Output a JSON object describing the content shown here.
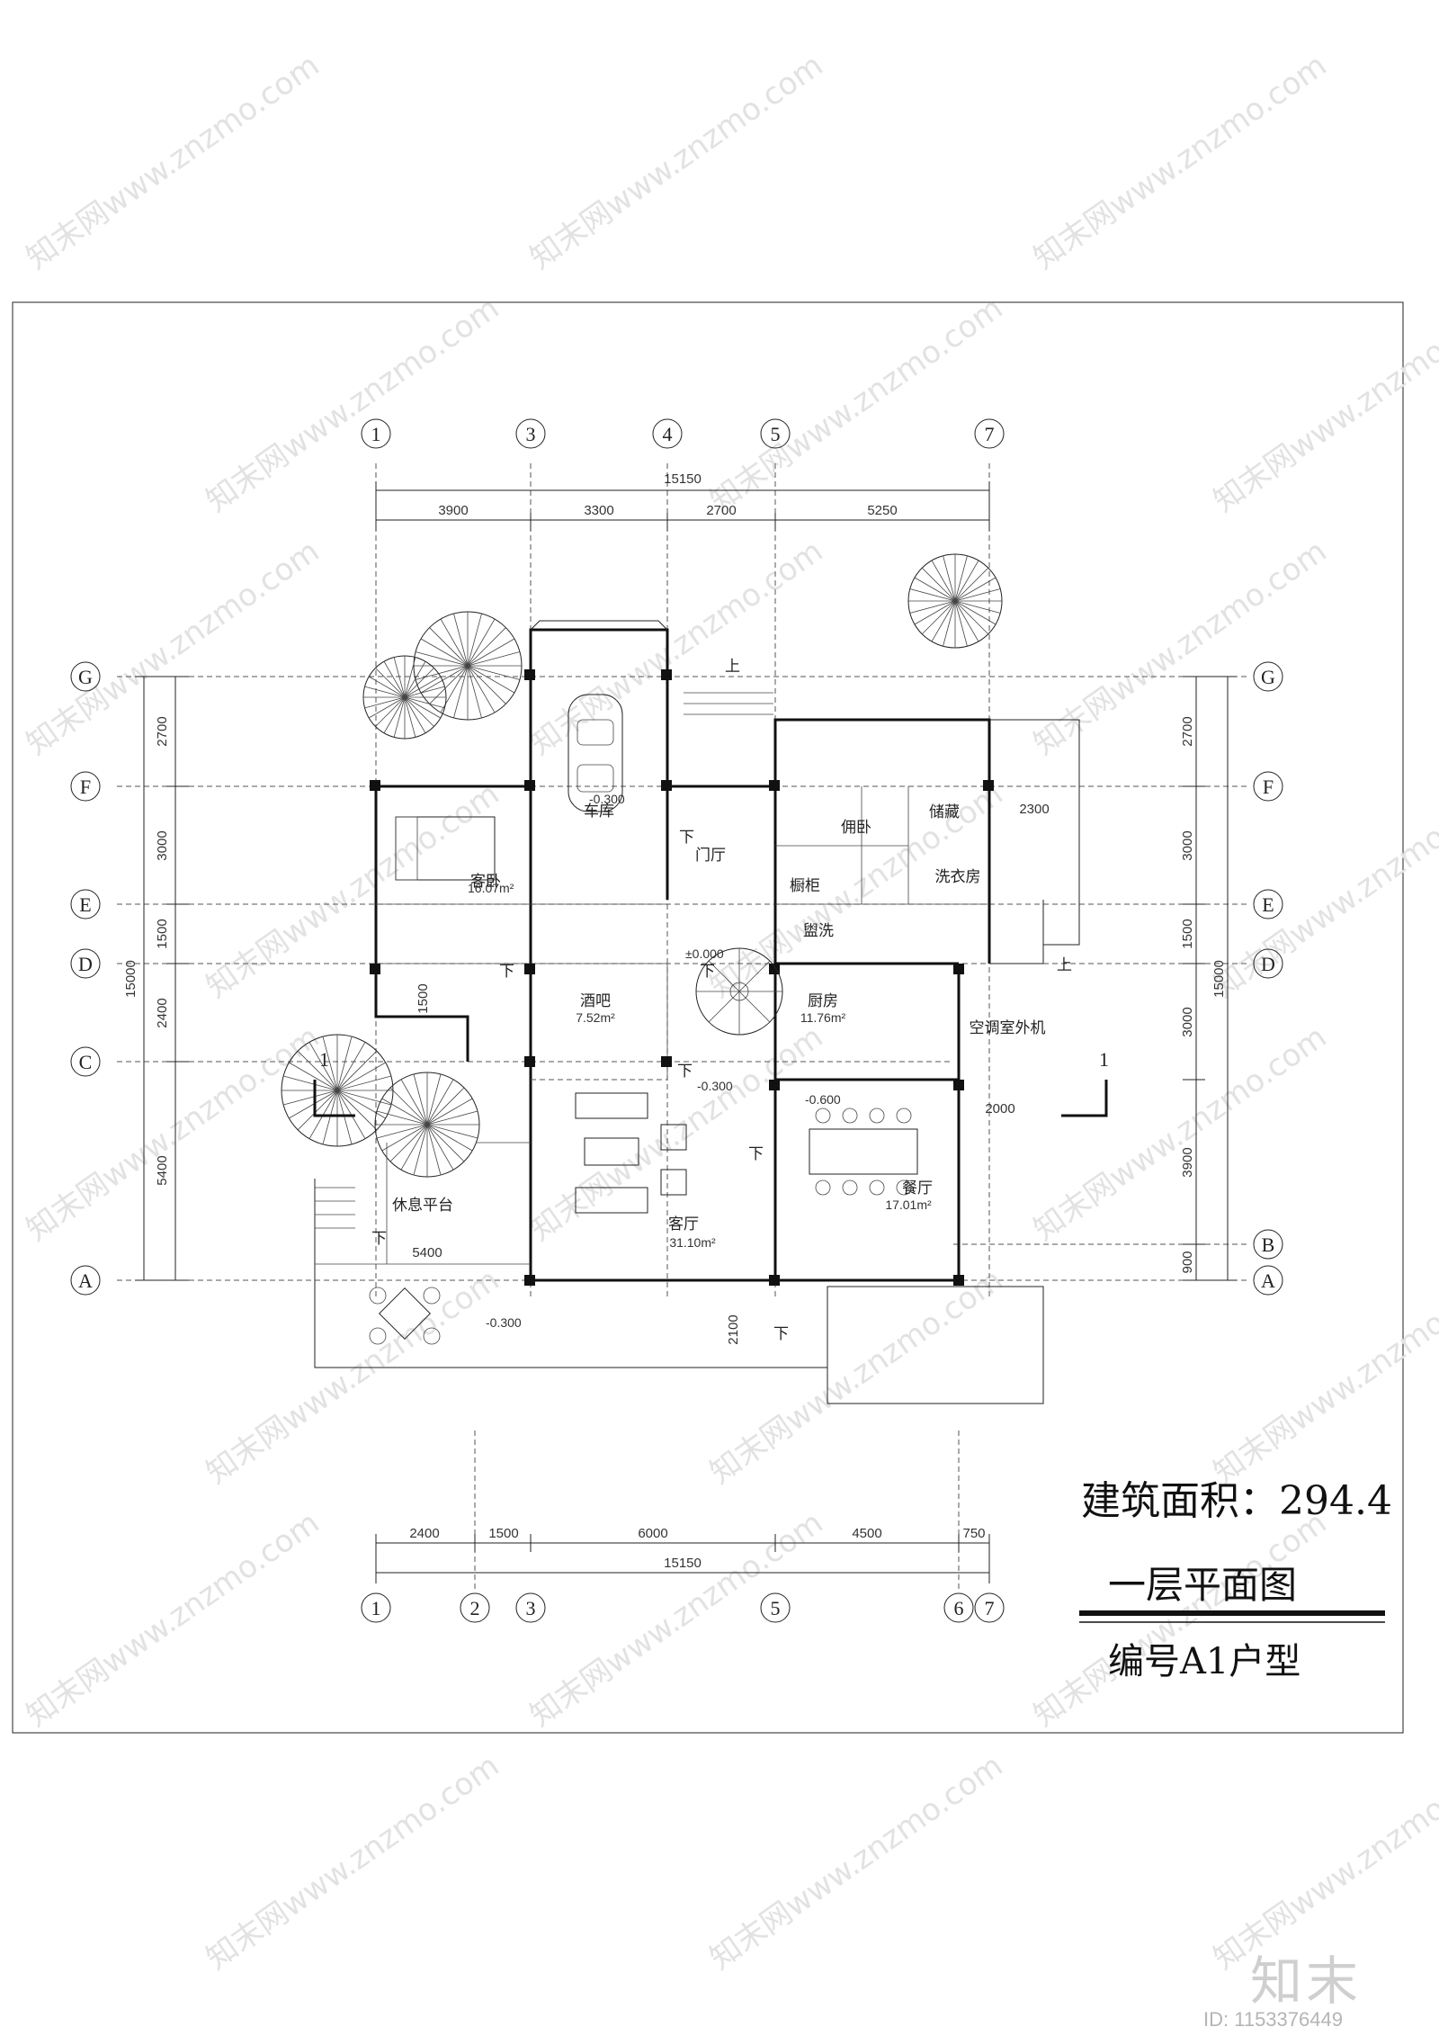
{
  "axes_top": [
    "1",
    "3",
    "4",
    "5",
    "7"
  ],
  "axes_bottom": [
    "1",
    "2",
    "3",
    "5",
    "6",
    "7"
  ],
  "axes_left": [
    "G",
    "F",
    "E",
    "D",
    "C",
    "A"
  ],
  "axes_right": [
    "G",
    "F",
    "E",
    "D",
    "B",
    "A"
  ],
  "dims_top": {
    "total": "15150",
    "parts": [
      "3900",
      "3300",
      "2700",
      "5250"
    ]
  },
  "dims_bottom": {
    "total": "15150",
    "parts": [
      "2400",
      "1500",
      "6000",
      "4500",
      "750"
    ]
  },
  "dims_left": {
    "total": "15000",
    "parts": [
      "2700",
      "3000",
      "1500",
      "2400",
      "5400"
    ]
  },
  "dims_right": {
    "total": "15000",
    "parts": [
      "2700",
      "3000",
      "1500",
      "3000",
      "3900",
      "900"
    ]
  },
  "misc_dims": [
    "2300",
    "2000",
    "5400",
    "2100",
    "1500"
  ],
  "rooms": [
    {
      "name": "车库",
      "area": ""
    },
    {
      "name": "客卧",
      "area": "16.07m²"
    },
    {
      "name": "门厅",
      "area": ""
    },
    {
      "name": "佣卧",
      "area": ""
    },
    {
      "name": "储藏",
      "area": ""
    },
    {
      "name": "橱柜",
      "area": ""
    },
    {
      "name": "洗衣房",
      "area": ""
    },
    {
      "name": "盥洗",
      "area": ""
    },
    {
      "name": "酒吧",
      "area": "7.52m²"
    },
    {
      "name": "厨房",
      "area": "11.76m²"
    },
    {
      "name": "空调室外机",
      "area": ""
    },
    {
      "name": "餐厅",
      "area": "17.01m²"
    },
    {
      "name": "客厅",
      "area": "31.10m²"
    },
    {
      "name": "休息平台",
      "area": ""
    }
  ],
  "levels": [
    "-0.300",
    "±0.000",
    "-0.300",
    "-0.600",
    "-0.300"
  ],
  "stair_marks": {
    "up": "上",
    "down": "下"
  },
  "section_mark": "1",
  "info": {
    "area_label": "建筑面积：294.4",
    "plan_title": "一层平面图",
    "plan_code": "编号A1户型"
  },
  "watermark": "知末网www.znzmo.com",
  "footer": {
    "logo": "知末",
    "id": "ID: 1153376449"
  }
}
